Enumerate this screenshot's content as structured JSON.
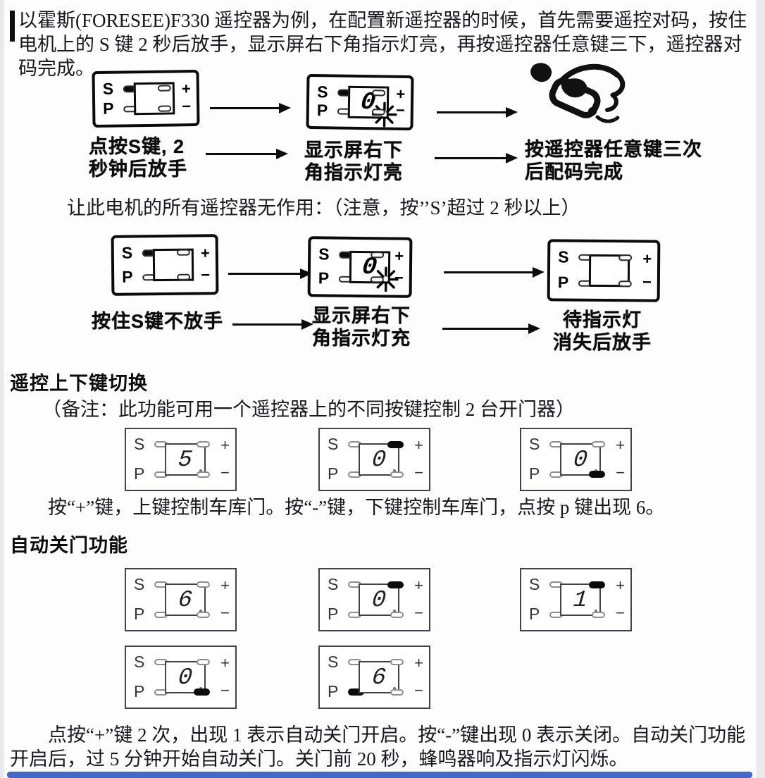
{
  "page": {
    "bottom_bar_color": "#4468c9"
  },
  "panel_labels": {
    "s": "S",
    "p": "P",
    "plus": "+",
    "minus": "−"
  },
  "intro": {
    "text": "以霍斯(FORESEE)F330 遥控器为例，在配置新遥控器的时候，首先需要遥控对码，按住电机上的 S 键 2 秒后放手，显示屏右下角指示灯亮，再按遥控器任意键三下，遥控器对码完成。"
  },
  "pairing_flow": {
    "panels": [
      {
        "style": "sketch",
        "s_filled": true
      },
      {
        "style": "sketch",
        "s_filled": true,
        "digit": "0",
        "starburst": true
      }
    ],
    "captions": {
      "step1_line1": "点按S键, 2",
      "step1_line2": "秒钟后放手",
      "step2_line1": "显示屏右下",
      "step2_line2": "角指示灯亮",
      "step3_line1": "按遥控器任意键三次",
      "step3_line2": "后配码完成"
    }
  },
  "disable_flow": {
    "intro": "让此电机的所有遥控器无作用：（注意，按’’S’超过 2 秒以上）",
    "panels": [
      {
        "style": "sketch",
        "s_filled": true
      },
      {
        "style": "sketch",
        "s_filled": true,
        "digit": "0",
        "starburst": true
      },
      {
        "style": "sketch"
      }
    ],
    "captions": {
      "step1": "按住S键不放手",
      "step2_line1": "显示屏右下",
      "step2_line2": "角指示灯充",
      "step3_line1": "待指示灯",
      "step3_line2": "消失后放手"
    }
  },
  "updown_section": {
    "heading": "遥控上下键切换",
    "note": "（备注：此功能可用一个遥控器上的不同按键控制 2 台开门器）",
    "panels": [
      {
        "digit": "5"
      },
      {
        "digit": "0",
        "plus_filled": true
      },
      {
        "digit": "0",
        "minus_filled": true
      }
    ],
    "description": "按“+”键，上键控制车库门。按“-”键，下键控制车库门，点按 p 键出现 6。"
  },
  "autoclose_section": {
    "heading": "自动关门功能",
    "row1_panels": [
      {
        "digit": "6"
      },
      {
        "digit": "0",
        "plus_filled": true
      },
      {
        "digit": "1",
        "plus_filled": true
      }
    ],
    "row2_panels": [
      {
        "digit": "0",
        "minus_filled": true
      },
      {
        "digit": "6",
        "p_filled": true
      }
    ],
    "description": "点按“+”键 2 次，出现 1 表示自动关门开启。按“-”键出现 0 表示关闭。自动关门功能开启后，过 5 分钟开始自动关门。关门前 20 秒，蜂鸣器响及指示灯闪烁。"
  }
}
